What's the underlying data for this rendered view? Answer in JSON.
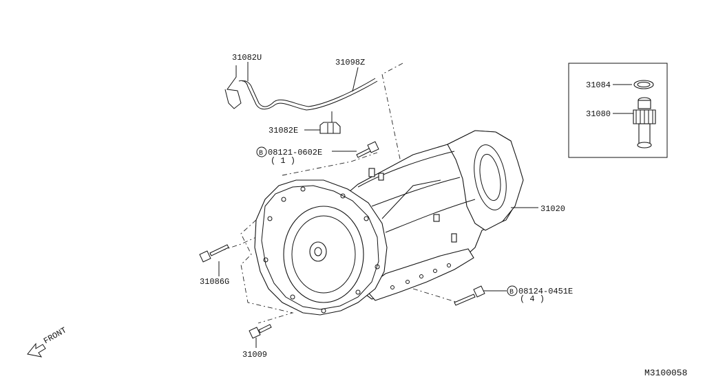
{
  "diagram_id": "M3100058",
  "front_label": "FRONT",
  "parts": {
    "p31082u": "31082U",
    "p31098z": "31098Z",
    "p31082e": "31082E",
    "b08121": "08121-0602E",
    "b08121_qty": "( 1 )",
    "p31020": "31020",
    "p31086g": "31086G",
    "p31009": "31009",
    "b08124": "08124-0451E",
    "b08124_qty": "( 4 )",
    "p31084": "31084",
    "p31080": "31080",
    "bolt_symbol": "B"
  }
}
